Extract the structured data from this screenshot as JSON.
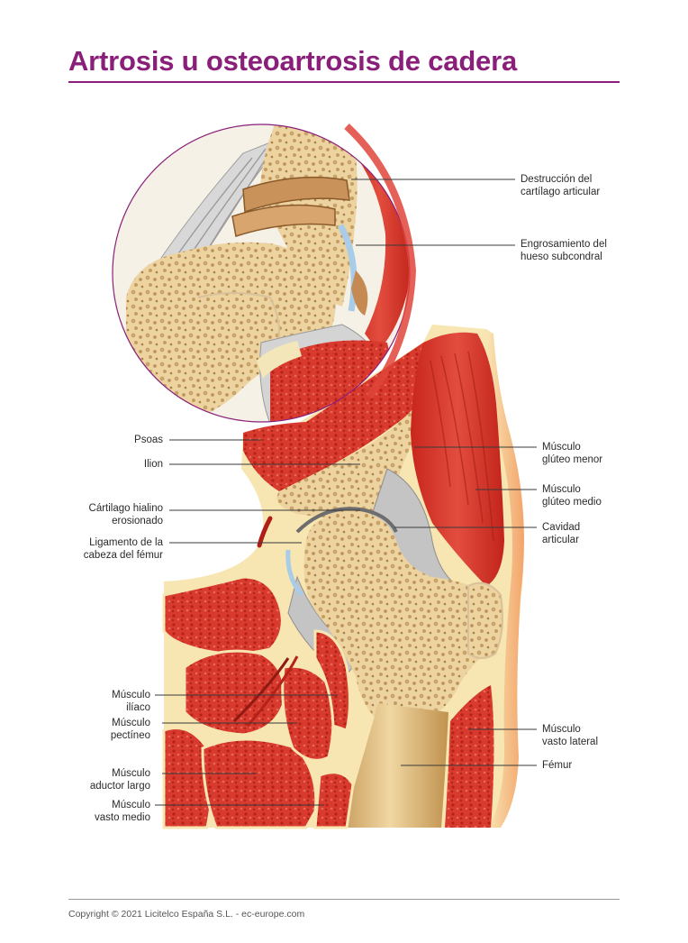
{
  "title": "Artrosis u osteoartrosis de cadera",
  "copyright": "Copyright © 2021 Licitelco España S.L. - ec-europe.com",
  "labels": {
    "destruccion": [
      "Destrucción del",
      "cartílago articular"
    ],
    "engrosamiento": [
      "Engrosamiento del",
      "hueso subcondral"
    ],
    "psoas": [
      "Psoas"
    ],
    "ilion": [
      "Ilion"
    ],
    "cartilago": [
      "Cártilago hialino",
      "erosionado"
    ],
    "ligamento": [
      "Ligamento de la",
      "cabeza del fémur"
    ],
    "iliaco": [
      "Músculo",
      "ilíaco"
    ],
    "pectineo": [
      "Músculo",
      "pectíneo"
    ],
    "aductor": [
      "Músculo",
      "aductor largo"
    ],
    "vasto_medio": [
      "Músculo",
      "vasto medio"
    ],
    "gluteo_menor": [
      "Músculo",
      "glúteo menor"
    ],
    "gluteo_medio": [
      "Músculo",
      "glúteo medio"
    ],
    "cavidad": [
      "Cavidad",
      "articular"
    ],
    "vasto_lateral": [
      "Músculo",
      "vasto lateral"
    ],
    "femur": [
      "Fémur"
    ]
  },
  "colors": {
    "accent": "#8a1f7a",
    "muscle": "#d9352c",
    "bone": "#e9cf9c",
    "fat": "#f7e7b6",
    "cartilage": "#a9cde8",
    "capsule": "#b9b9b9"
  },
  "icons": [
    "hip-joint-illustration",
    "magnified-joint-inset"
  ]
}
